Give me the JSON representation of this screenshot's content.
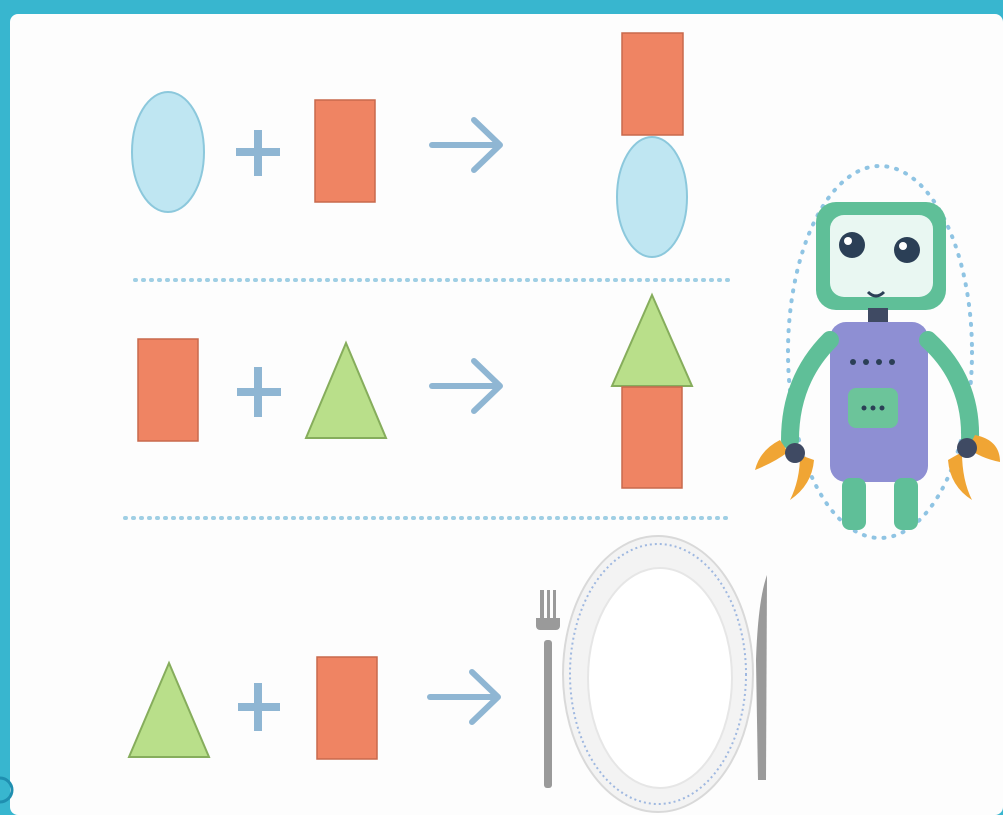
{
  "colors": {
    "frame": "#38b6cf",
    "frame_dark": "#1f8fb0",
    "paper": "#fdfdfd",
    "blue_shape": "#bfe6f2",
    "blue_stroke": "#8cc8dc",
    "orange_shape": "#ef8463",
    "orange_stroke": "#c8694c",
    "green_shape": "#b9df8a",
    "green_stroke": "#86ad5c",
    "operator": "#8fb6d3",
    "dotted_divider": "#9fcfe4",
    "robot_body": "#8e8fd3",
    "robot_head": "#5fbf98",
    "robot_hands": "#f0a534",
    "plate": "#f3f3f3",
    "cutlery": "#9a9a9a"
  },
  "rows": [
    {
      "operand_a": "oval",
      "operand_b": "rectangle",
      "operator": "plus",
      "arrow": "right-arrow",
      "result": "rectangle-on-oval"
    },
    {
      "operand_a": "rectangle",
      "operand_b": "triangle",
      "operator": "plus",
      "arrow": "right-arrow",
      "result": "triangle-on-rectangle"
    },
    {
      "operand_a": "triangle",
      "operand_b": "rectangle",
      "operator": "plus",
      "arrow": "right-arrow",
      "result": "plate-with-fork-and-knife"
    }
  ],
  "illustrations": {
    "robot": "robot-illustration",
    "table_setting": "plate-fork-knife-illustration"
  }
}
